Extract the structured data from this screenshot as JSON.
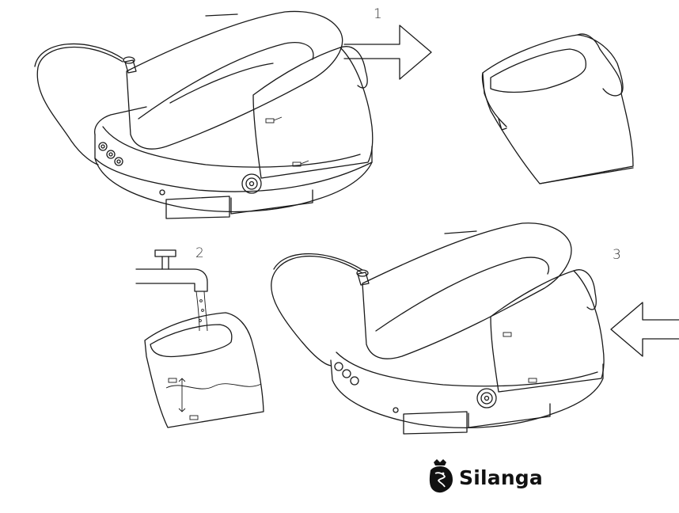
{
  "steps": {
    "s1": "1",
    "s2": "2",
    "s3": "3"
  },
  "brand": {
    "name": "Silanga",
    "logo_icon": "lion-crown-icon"
  },
  "colors": {
    "line": "#1a1a1a",
    "background": "#ffffff"
  }
}
